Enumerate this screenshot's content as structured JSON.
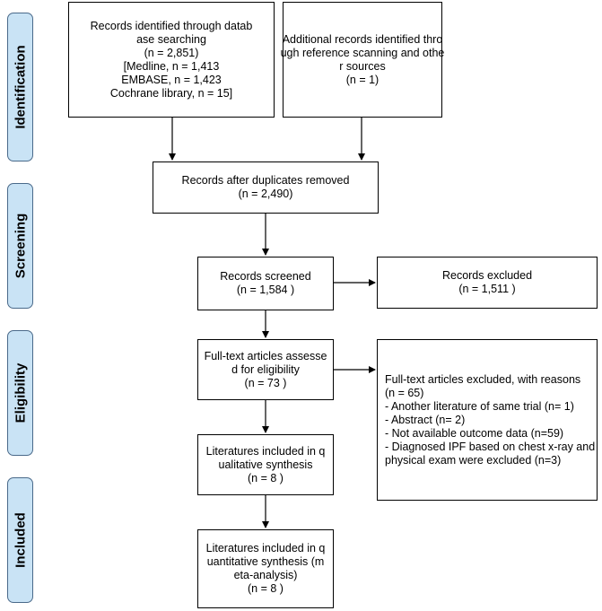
{
  "phases": {
    "identification": "Identification",
    "screening": "Screening",
    "eligibility": "Eligibility",
    "included": "Included"
  },
  "boxes": {
    "db_records": [
      "Records identified through datab",
      "ase searching",
      "(n = 2,851)",
      "[Medline, n =  1,413",
      "EMBASE, n = 1,423",
      "Cochrane library, n = 15]"
    ],
    "other_records": [
      "Additional records identified thro",
      "ugh reference scanning and othe",
      "r sources",
      "(n = 1)"
    ],
    "after_duplicates": [
      "Records after duplicates removed",
      "(n = 2,490)"
    ],
    "screened": [
      "Records screened",
      "(n = 1,584 )"
    ],
    "excluded": [
      "Records excluded",
      "(n = 1,511 )"
    ],
    "fulltext_assessed": [
      "Full-text articles assesse",
      "d for eligibility",
      "(n = 73 )"
    ],
    "fulltext_excluded": [
      "Full-text articles excluded, with reasons",
      "(n = 65)",
      "- Another literature of same trial (n= 1)",
      "- Abstract (n= 2)",
      "- Not available outcome data (n=59)",
      "- Diagnosed IPF based on chest x-ray and",
      "physical exam were excluded (n=3)"
    ],
    "qualitative": [
      "Literatures included in q",
      "ualitative synthesis",
      "(n = 8 )"
    ],
    "quantitative": [
      "Literatures included in q",
      "uantitative synthesis (m",
      "eta-analysis)",
      "(n = 8 )"
    ]
  }
}
